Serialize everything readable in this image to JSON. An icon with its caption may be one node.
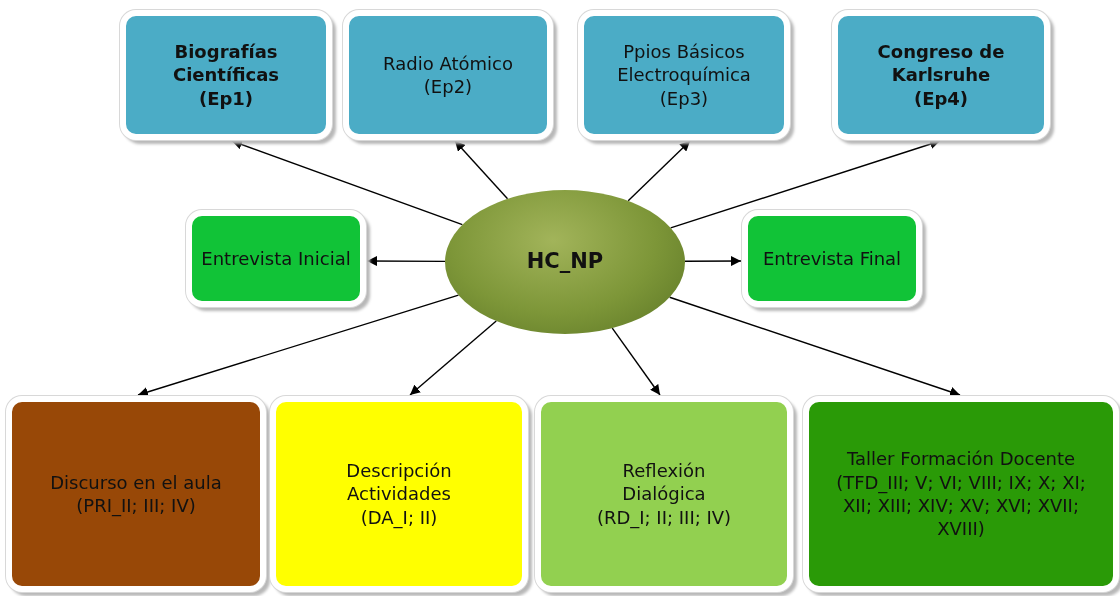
{
  "diagram": {
    "nodes": [
      {
        "text": [
          "Biografías Científicas",
          "(Ep1)"
        ]
      },
      {
        "text": [
          "Radio Atómico",
          "(Ep2)"
        ]
      },
      {
        "text": [
          "Ppios Básicos Electroquímica",
          "(Ep3)"
        ]
      },
      {
        "text": [
          "Congreso de Karlsruhe",
          "(Ep4)"
        ]
      },
      {
        "text": [
          "Entrevista Inicial"
        ]
      },
      {
        "text": [
          "HC_NP"
        ]
      },
      {
        "text": [
          "Entrevista Final"
        ]
      },
      {
        "text": [
          "Discurso en el aula",
          "(PRI_II; III; IV)"
        ]
      },
      {
        "text": [
          "Descripción Actividades",
          "(DA_I; II)"
        ]
      },
      {
        "text": [
          "Reflexión Dialógica",
          "(RD_I; II; III; IV)"
        ]
      },
      {
        "text": [
          "Taller Formación Docente",
          "(TFD_III; V; VI; VIII; IX; X; XI; XII; XIII; XIV; XV; XVI; XVII; XVIII)"
        ]
      }
    ],
    "edges": [
      {
        "from": 5,
        "to": 0,
        "arrow": "to"
      },
      {
        "from": 5,
        "to": 1,
        "arrow": "to"
      },
      {
        "from": 5,
        "to": 2,
        "arrow": "to"
      },
      {
        "from": 5,
        "to": 3,
        "arrow": "to"
      },
      {
        "from": 5,
        "to": 4,
        "arrow": "to"
      },
      {
        "from": 5,
        "to": 6,
        "arrow": "to"
      },
      {
        "from": 5,
        "to": 7,
        "arrow": "to"
      },
      {
        "from": 5,
        "to": 8,
        "arrow": "to"
      },
      {
        "from": 5,
        "to": 9,
        "arrow": "to"
      },
      {
        "from": 5,
        "to": 10,
        "arrow": "to"
      }
    ]
  }
}
